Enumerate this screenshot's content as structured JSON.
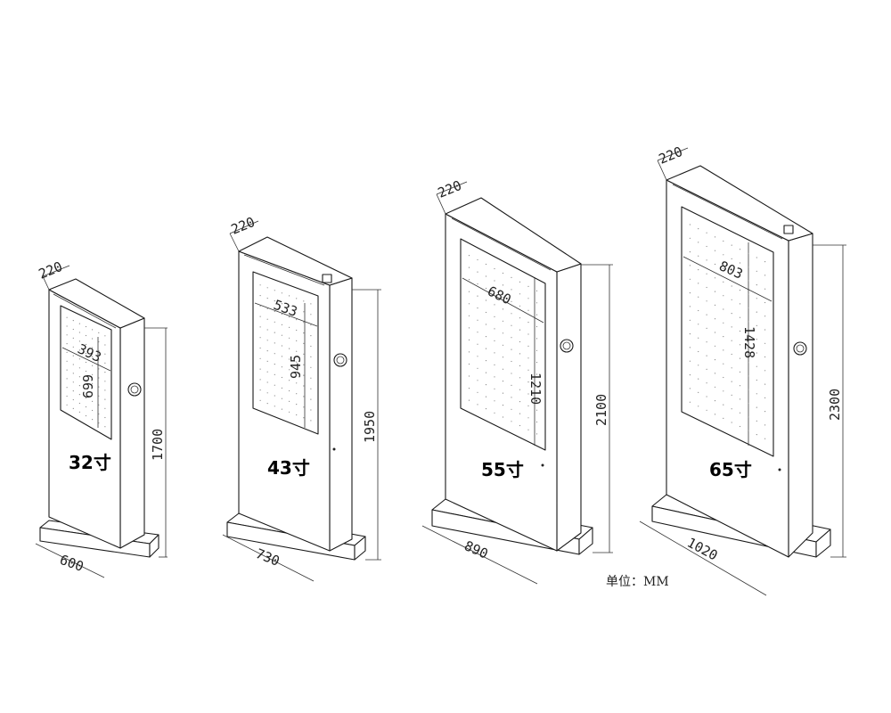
{
  "units_note": "单位：MM",
  "kiosks": [
    {
      "size_label": "32寸",
      "depth": "220",
      "screen_width": "393",
      "screen_height": "699",
      "total_height": "1700",
      "base_width": "600"
    },
    {
      "size_label": "43寸",
      "depth": "220",
      "screen_width": "533",
      "screen_height": "945",
      "total_height": "1950",
      "base_width": "730"
    },
    {
      "size_label": "55寸",
      "depth": "220",
      "screen_width": "680",
      "screen_height": "1210",
      "total_height": "2100",
      "base_width": "890"
    },
    {
      "size_label": "65寸",
      "depth": "220",
      "screen_width": "803",
      "screen_height": "1428",
      "total_height": "2300",
      "base_width": "1020"
    }
  ]
}
